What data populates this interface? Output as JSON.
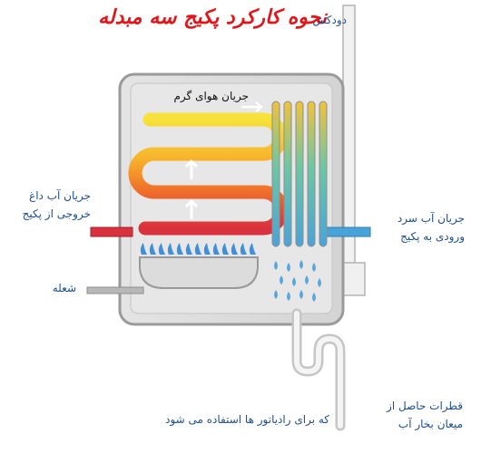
{
  "title": "نحوه کارکرد پکیج سه مبدله",
  "labels": {
    "chimney": "دودکش",
    "hot_air_flow": "جریان هوای گرم",
    "hot_water_out_line1": "جریان آب داغ",
    "hot_water_out_line2": "خروجی از پکیج",
    "cold_water_in_line1": "جریان آب سرد",
    "cold_water_in_line2": "ورودی به پکیج",
    "flame": "شعله",
    "condensate_line1": "قطرات حاصل از",
    "condensate_line2": "میعان بخار آب",
    "radiator_use": "که برای رادیاتور ها استفاده می شود"
  },
  "colors": {
    "title": "#e0161a",
    "label_text": "#1f4e8c",
    "hot_pipe": "#d9313d",
    "cold_pipe": "#4aa3d8",
    "casing": "#9a9a9a",
    "flame": "#3f8fe0",
    "water_drops": "#5aa7dc"
  }
}
